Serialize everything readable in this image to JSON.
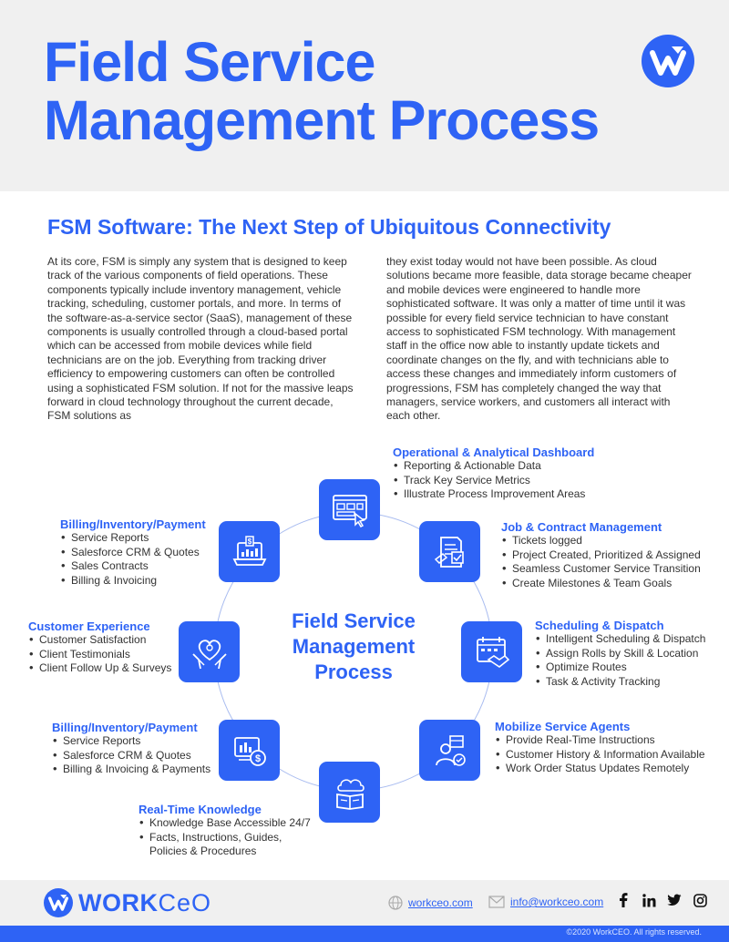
{
  "header": {
    "title_line1": "Field Service",
    "title_line2": "Management Process"
  },
  "subtitle": "FSM Software: The Next Step of Ubiquitous Connectivity",
  "body": {
    "left": "At its core, FSM is simply any system that is designed to keep track of the various components of field operations. These components typically include inventory management, vehicle tracking, scheduling, customer portals, and more. In terms of the software-as-a-service sector (SaaS), management of these components is usually controlled through a cloud-based portal which can be accessed from mobile devices while field technicians are on the job. Everything from tracking driver efficiency to empowering customers can often be controlled using a sophisticated FSM solution. If not for the massive leaps forward in cloud technology throughout the current decade, FSM solutions as",
    "right": "they exist today would not have been possible. As cloud solutions became more feasible, data storage became cheaper and mobile devices were engineered to handle more sophisticated software. It was only a matter of time until it was possible for every field service technician to have constant access to sophisticated FSM technology. With management staff in the office now able to instantly update tickets and coordinate changes on the fly, and with technicians able to access these changes and immediately inform customers of progressions, FSM has completely changed the way that managers, service workers, and customers all interact with each other."
  },
  "diagram": {
    "center_line1": "Field Service",
    "center_line2": "Management",
    "center_line3": "Process",
    "blocks": [
      {
        "title": "Operational & Analytical Dashboard",
        "items": [
          "Reporting & Actionable Data",
          "Track Key Service Metrics",
          "Illustrate Process Improvement Areas"
        ]
      },
      {
        "title": "Job & Contract Management",
        "items": [
          "Tickets logged",
          "Project Created, Prioritized & Assigned",
          "Seamless Customer Service Transition",
          "Create Milestones & Team Goals"
        ]
      },
      {
        "title": "Scheduling & Dispatch",
        "items": [
          "Intelligent Scheduling & Dispatch",
          "Assign Rolls by Skill & Location",
          "Optimize Routes",
          "Task & Activity Tracking"
        ]
      },
      {
        "title": "Mobilize Service Agents",
        "items": [
          "Provide Real-Time Instructions",
          "Customer History & Information Available",
          "Work Order Status Updates Remotely"
        ]
      },
      {
        "title": "Real-Time Knowledge",
        "items": [
          "Knowledge Base Accessible 24/7",
          "Facts, Instructions, Guides,"
        ],
        "continuation": "Policies & Procedures"
      },
      {
        "title": "Billing/Inventory/Payment",
        "items": [
          "Service Reports",
          "Salesforce CRM & Quotes",
          "Billing & Invoicing & Payments"
        ]
      },
      {
        "title": "Customer Experience",
        "items": [
          "Customer Satisfaction",
          "Client Testimonials",
          "Client Follow Up & Surveys"
        ]
      },
      {
        "title": "Billing/Inventory/Payment",
        "items": [
          "Service Reports",
          "Salesforce CRM & Quotes",
          "Sales Contracts",
          "Billing & Invoicing"
        ]
      }
    ],
    "icons": [
      "dashboard-icon",
      "contract-icon",
      "scheduling-icon",
      "service-agent-icon",
      "knowledge-book-icon",
      "billing-payment-icon",
      "customer-heart-icon",
      "laptop-billing-icon"
    ]
  },
  "footer": {
    "brand_bold": "WORK",
    "brand_light": "CeO",
    "website": "workceo.com",
    "email": "info@workceo.com",
    "copyright": "©2020 WorkCEO. All rights reserved."
  },
  "colors": {
    "accent": "#2e63f5",
    "header_bg": "#f0f0f0",
    "ring": "#a9bcf0"
  }
}
